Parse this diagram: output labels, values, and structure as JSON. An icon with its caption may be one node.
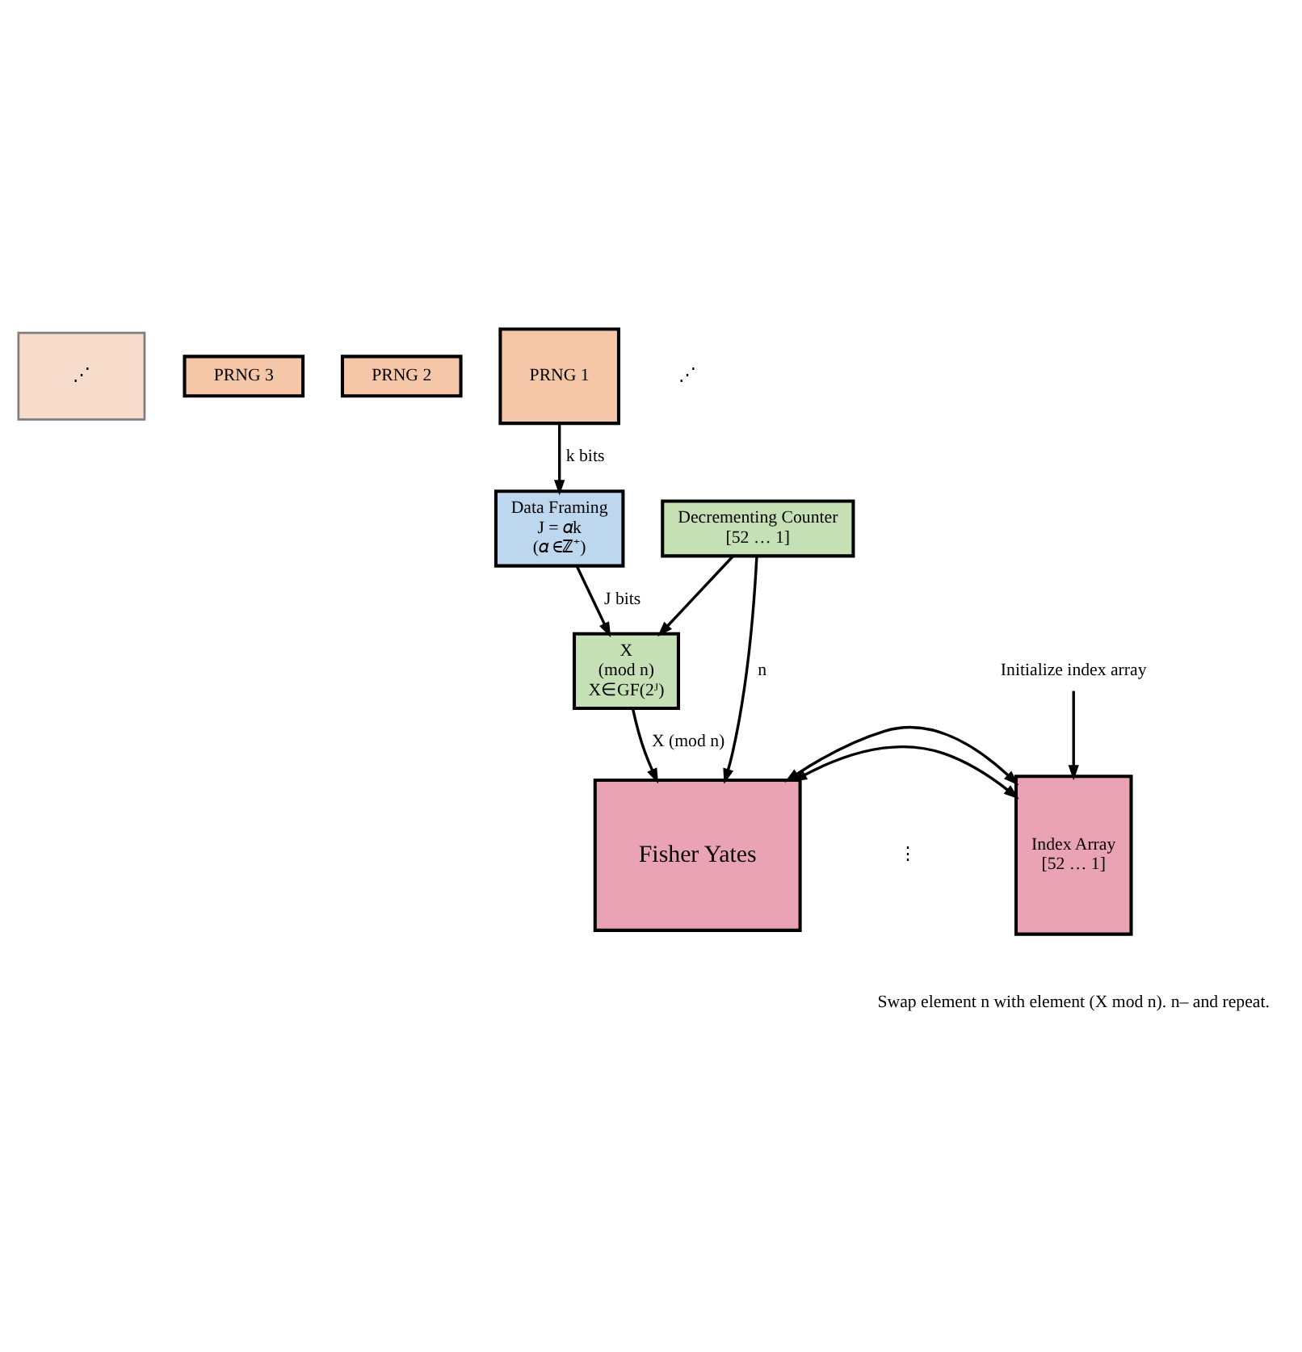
{
  "diagram": {
    "nodes": [
      {
        "text": [
          "⋰"
        ]
      },
      {
        "text": [
          "PRNG 3"
        ]
      },
      {
        "text": [
          "PRNG 2"
        ]
      },
      {
        "text": [
          "PRNG 1"
        ]
      },
      {
        "text": [
          "Data Framing",
          "J = 𝛼k",
          "(𝛼 ∈ℤ⁺)"
        ]
      },
      {
        "text": [
          "Decrementing Counter",
          "[52 … 1]"
        ]
      },
      {
        "text": [
          "Initialize index array"
        ]
      },
      {
        "text": [
          "X",
          "(mod n)",
          "X∈GF(2ᴶ)"
        ]
      },
      {
        "text": [
          "Fisher Yates"
        ]
      },
      {
        "text": [
          "Index Array",
          "[52 … 1]"
        ]
      }
    ],
    "edges": [
      {
        "from": 3,
        "to": 4,
        "arrow": "to",
        "label": "k bits"
      },
      {
        "from": 4,
        "to": 7,
        "arrow": "to",
        "label": "J bits"
      },
      {
        "from": 5,
        "to": 7,
        "arrow": "to"
      },
      {
        "from": 5,
        "to": 8,
        "arrow": "to",
        "label": "n"
      },
      {
        "from": 7,
        "to": 8,
        "arrow": "to",
        "label": "X (mod n)"
      },
      {
        "from": 8,
        "to": 9,
        "arrow": "both"
      },
      {
        "from": 8,
        "to": 9,
        "arrow": "both"
      },
      {
        "from": 6,
        "to": 9,
        "arrow": "to"
      }
    ],
    "labels": [
      "⋰",
      "⋮",
      "Swap element n with element (X mod n). n– and repeat."
    ]
  }
}
